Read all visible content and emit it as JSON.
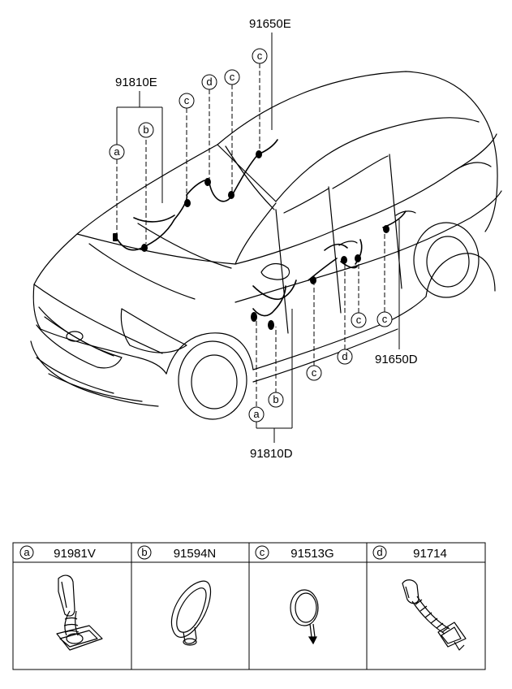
{
  "callouts": {
    "front_harness": "91810E",
    "rear_harness": "91810D",
    "front_door_harness": "91650E",
    "rear_door_harness": "91650D",
    "letters": [
      "a",
      "b",
      "c",
      "d"
    ]
  },
  "parts_table": [
    {
      "letter": "a",
      "part_no": "91981V",
      "icon": "grommet-boot-icon"
    },
    {
      "letter": "b",
      "part_no": "91594N",
      "icon": "oval-grommet-icon"
    },
    {
      "letter": "c",
      "part_no": "91513G",
      "icon": "round-plug-icon"
    },
    {
      "letter": "d",
      "part_no": "91714",
      "icon": "corrugated-tube-icon"
    }
  ]
}
